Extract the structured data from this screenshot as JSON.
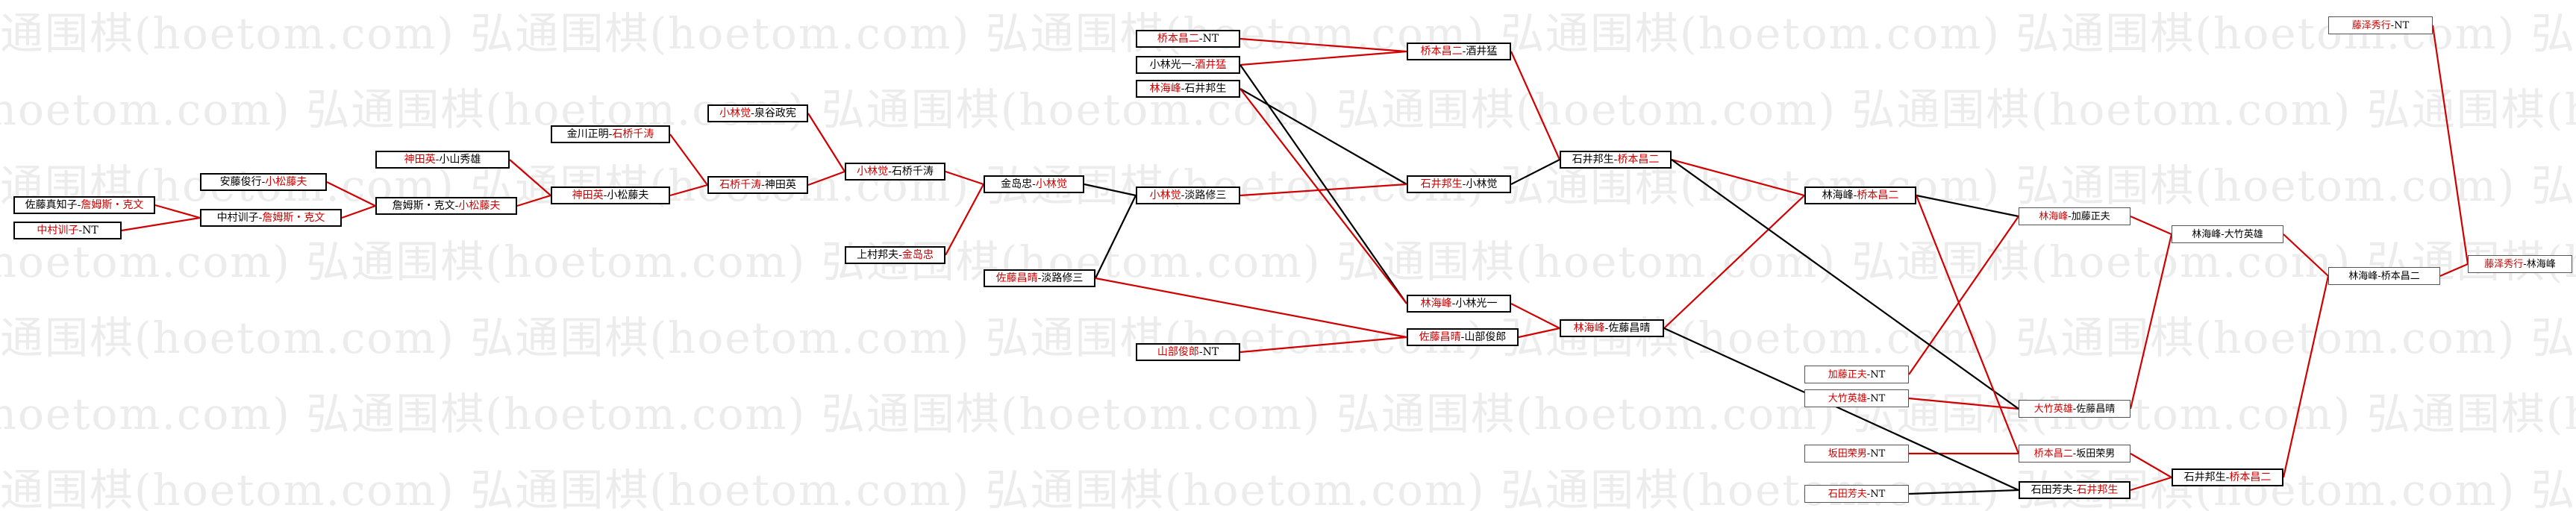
{
  "watermark": "弘通围棋(hoetom.com)",
  "colors": {
    "win": "#d00000",
    "loss": "#000000"
  },
  "nodes": [
    {
      "id": "n1",
      "label": "佐藤真知子-詹姆斯・克文"
    },
    {
      "id": "n2",
      "label": "中村训子-NT"
    },
    {
      "id": "n3",
      "label": "安藤俊行-小松藤夫"
    },
    {
      "id": "n4",
      "label": "中村训子-詹姆斯・克文"
    },
    {
      "id": "n5",
      "label": "神田英-小山秀雄"
    },
    {
      "id": "n6",
      "label": "詹姆斯・克文-小松藤夫"
    },
    {
      "id": "n7",
      "label": "金川正明-石桥千涛"
    },
    {
      "id": "n8",
      "label": "神田英-小松藤夫"
    },
    {
      "id": "n9",
      "label": "小林觉-泉谷政宪"
    },
    {
      "id": "n10",
      "label": "石桥千涛-神田英"
    },
    {
      "id": "n11",
      "label": "小林觉-石桥千涛"
    },
    {
      "id": "n12",
      "label": "上村邦夫-金岛忠"
    },
    {
      "id": "n13",
      "label": "金岛忠-小林觉"
    },
    {
      "id": "n14",
      "label": "小林觉-淡路修三"
    },
    {
      "id": "n15",
      "label": "佐藤昌晴-淡路修三"
    },
    {
      "id": "n16",
      "label": "山部俊郎-NT"
    },
    {
      "id": "n17",
      "label": "桥本昌二-NT"
    },
    {
      "id": "n18",
      "label": "小林光一-酒井猛"
    },
    {
      "id": "n19",
      "label": "林海峰-石井邦生"
    },
    {
      "id": "n20",
      "label": "桥本昌二-酒井猛"
    },
    {
      "id": "n21",
      "label": "石井邦生-小林觉"
    },
    {
      "id": "n22",
      "label": "林海峰-小林光一"
    },
    {
      "id": "n23",
      "label": "佐藤昌晴-山部俊郎"
    },
    {
      "id": "n24",
      "label": "石井邦生-桥本昌二"
    },
    {
      "id": "n25",
      "label": "林海峰-佐藤昌晴"
    },
    {
      "id": "n26",
      "label": "林海峰-桥本昌二"
    },
    {
      "id": "n27",
      "label": "加藤正夫-NT"
    },
    {
      "id": "n28",
      "label": "大竹英雄-NT"
    },
    {
      "id": "n29",
      "label": "坂田荣男-NT"
    },
    {
      "id": "n30",
      "label": "石田芳夫-NT"
    },
    {
      "id": "n31",
      "label": "林海峰-加藤正夫"
    },
    {
      "id": "n32",
      "label": "大竹英雄-佐藤昌晴"
    },
    {
      "id": "n33",
      "label": "桥本昌二-坂田荣男"
    },
    {
      "id": "n34",
      "label": "石田芳夫-石井邦生"
    },
    {
      "id": "n35",
      "label": "林海峰-大竹英雄"
    },
    {
      "id": "n36",
      "label": "石井邦生-桥本昌二"
    },
    {
      "id": "n37",
      "label": "林海峰-桥本昌二"
    },
    {
      "id": "n38",
      "label": "藤泽秀行-NT"
    },
    {
      "id": "n39",
      "label": "藤泽秀行-林海峰"
    }
  ]
}
